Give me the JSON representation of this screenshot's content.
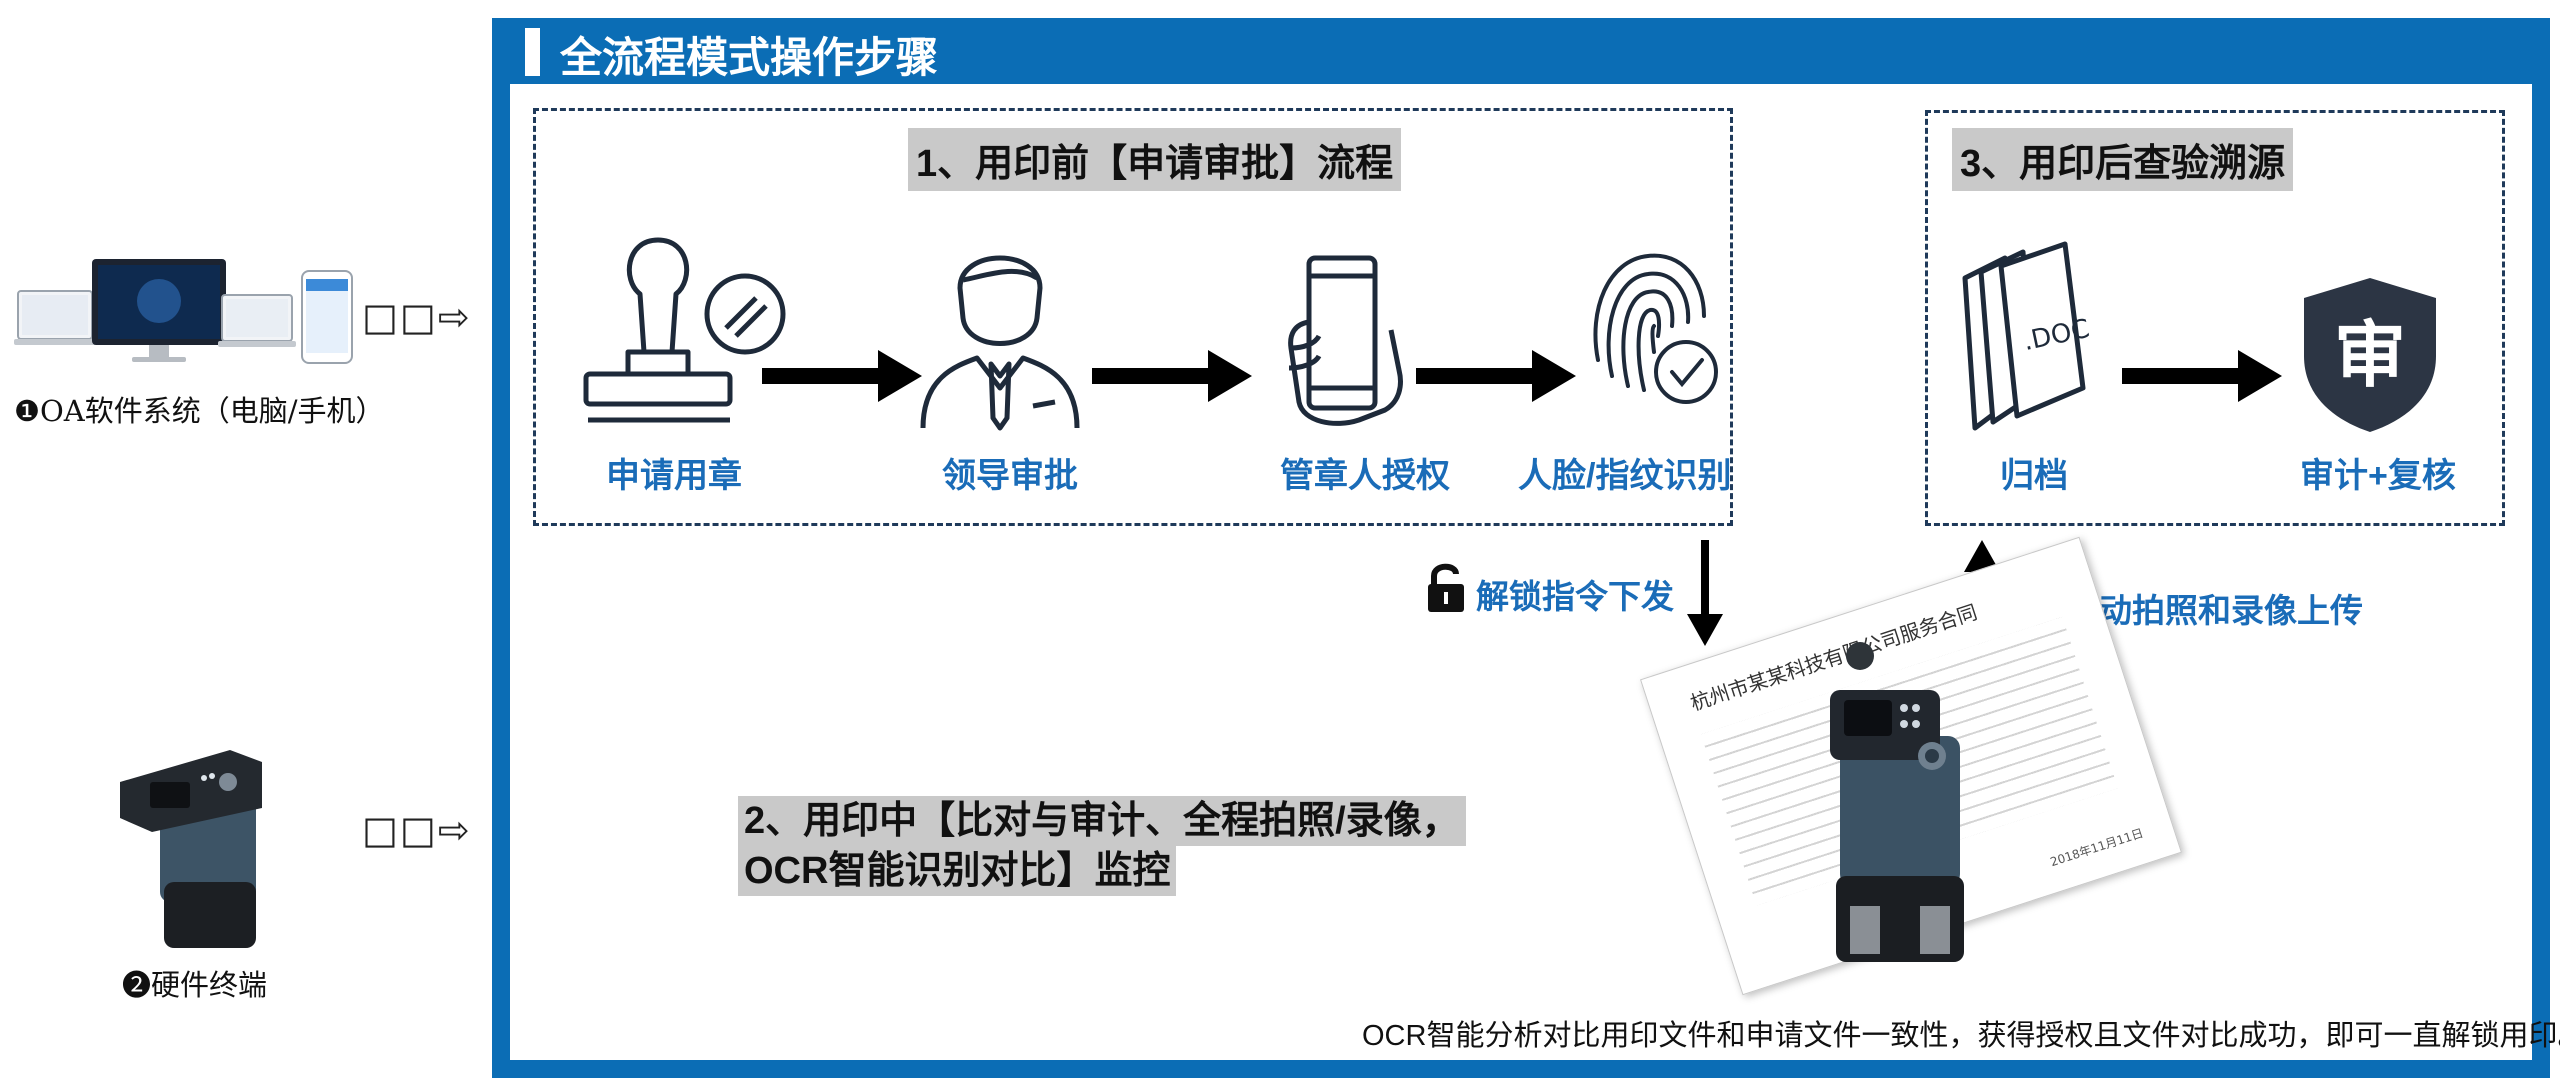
{
  "left": {
    "item1": {
      "num": "❶",
      "label": "OA软件系统（电脑/手机）"
    },
    "item2": {
      "num": "❷",
      "label": "硬件终端"
    },
    "arrow_glyph": "□□⇨"
  },
  "frame": {
    "title": "全流程模式操作步骤"
  },
  "section1": {
    "title": "1、用印前【申请审批】流程",
    "steps": [
      "申请用章",
      "领导审批",
      "管章人授权",
      "人脸/指纹识别"
    ]
  },
  "section3": {
    "title": "3、用印后查验溯源",
    "steps": [
      "归档",
      "审计+复核"
    ],
    "doc_text": ".DOC",
    "shield_text": "审"
  },
  "section2": {
    "title_line1": "2、用印中【比对与审计、全程拍照/录像，",
    "title_line2": "OCR智能识别对比】监控"
  },
  "arrows": {
    "unlock": "解锁指令下发",
    "upload": "自动拍照和录像上传"
  },
  "document": {
    "heading": "杭州市某某科技有限公司服务合同",
    "date": "2018年11月11日"
  },
  "bottom_note": "OCR智能分析对比用印文件和申请文件一致性，获得授权且文件对比成功，即可一直解锁用印。",
  "colors": {
    "frame": "#0b6db5",
    "label_blue": "#1a6cb8",
    "section_bg": "#c9c9c9",
    "dash": "#1f3a5a"
  }
}
